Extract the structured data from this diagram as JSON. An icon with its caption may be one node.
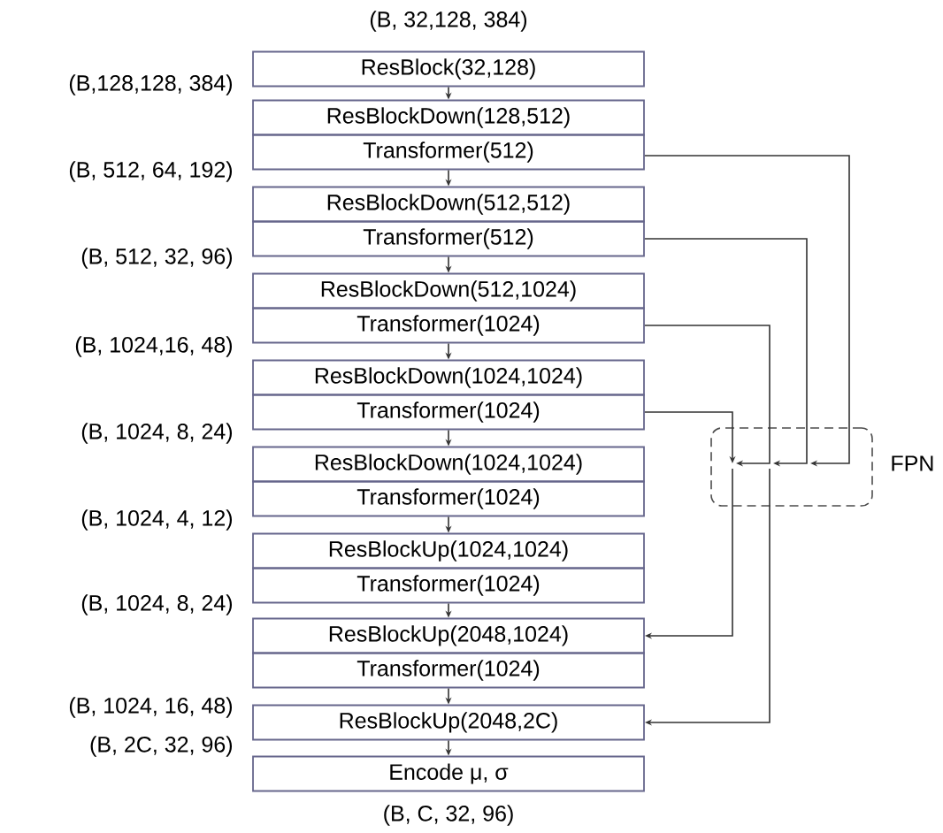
{
  "diagram": {
    "nodes": [
      {
        "text": [
          "ResBlock(32,128)"
        ]
      },
      {
        "text": [
          "ResBlockDown(128,512)"
        ]
      },
      {
        "text": [
          "Transformer(512)"
        ]
      },
      {
        "text": [
          "ResBlockDown(512,512)"
        ]
      },
      {
        "text": [
          "Transformer(512)"
        ]
      },
      {
        "text": [
          "ResBlockDown(512,1024)"
        ]
      },
      {
        "text": [
          "Transformer(1024)"
        ]
      },
      {
        "text": [
          "ResBlockDown(1024,1024)"
        ]
      },
      {
        "text": [
          "Transformer(1024)"
        ]
      },
      {
        "text": [
          "ResBlockDown(1024,1024)"
        ]
      },
      {
        "text": [
          "Transformer(1024)"
        ]
      },
      {
        "text": [
          "ResBlockUp(1024,1024)"
        ]
      },
      {
        "text": [
          "Transformer(1024)"
        ]
      },
      {
        "text": [
          "ResBlockUp(2048,1024)"
        ]
      },
      {
        "text": [
          "Transformer(1024)"
        ]
      },
      {
        "text": [
          "ResBlockUp(2048,2C)"
        ]
      },
      {
        "text": [
          "Encode μ, σ"
        ]
      },
      {
        "text": [
          "FPN"
        ]
      }
    ],
    "edges": [
      {
        "from": 0,
        "to": 1,
        "arrow": "to"
      },
      {
        "from": 2,
        "to": 3,
        "arrow": "to"
      },
      {
        "from": 4,
        "to": 5,
        "arrow": "to"
      },
      {
        "from": 6,
        "to": 7,
        "arrow": "to"
      },
      {
        "from": 8,
        "to": 9,
        "arrow": "to"
      },
      {
        "from": 10,
        "to": 11,
        "arrow": "to"
      },
      {
        "from": 12,
        "to": 13,
        "arrow": "to"
      },
      {
        "from": 14,
        "to": 15,
        "arrow": "to"
      },
      {
        "from": 15,
        "to": 16,
        "arrow": "to"
      },
      {
        "from": 2,
        "to": 17,
        "arrow": "to"
      },
      {
        "from": 4,
        "to": 17,
        "arrow": "to"
      },
      {
        "from": 6,
        "to": 17,
        "arrow": "to"
      },
      {
        "from": 8,
        "to": 17,
        "arrow": "to"
      },
      {
        "from": 17,
        "to": 13,
        "arrow": "to"
      },
      {
        "from": 17,
        "to": 15,
        "arrow": "to"
      }
    ],
    "labels": [
      "(B, 32,128, 384)",
      "(B,128,128, 384)",
      "(B, 512, 64, 192)",
      "(B, 512, 32, 96)",
      "(B, 1024,16, 48)",
      "(B, 1024, 8, 24)",
      "(B, 1024, 4, 12)",
      "(B, 1024, 8, 24)",
      "(B, 1024, 16, 48)",
      "(B, 2C, 32, 96)",
      "(B, C, 32, 96)"
    ]
  }
}
